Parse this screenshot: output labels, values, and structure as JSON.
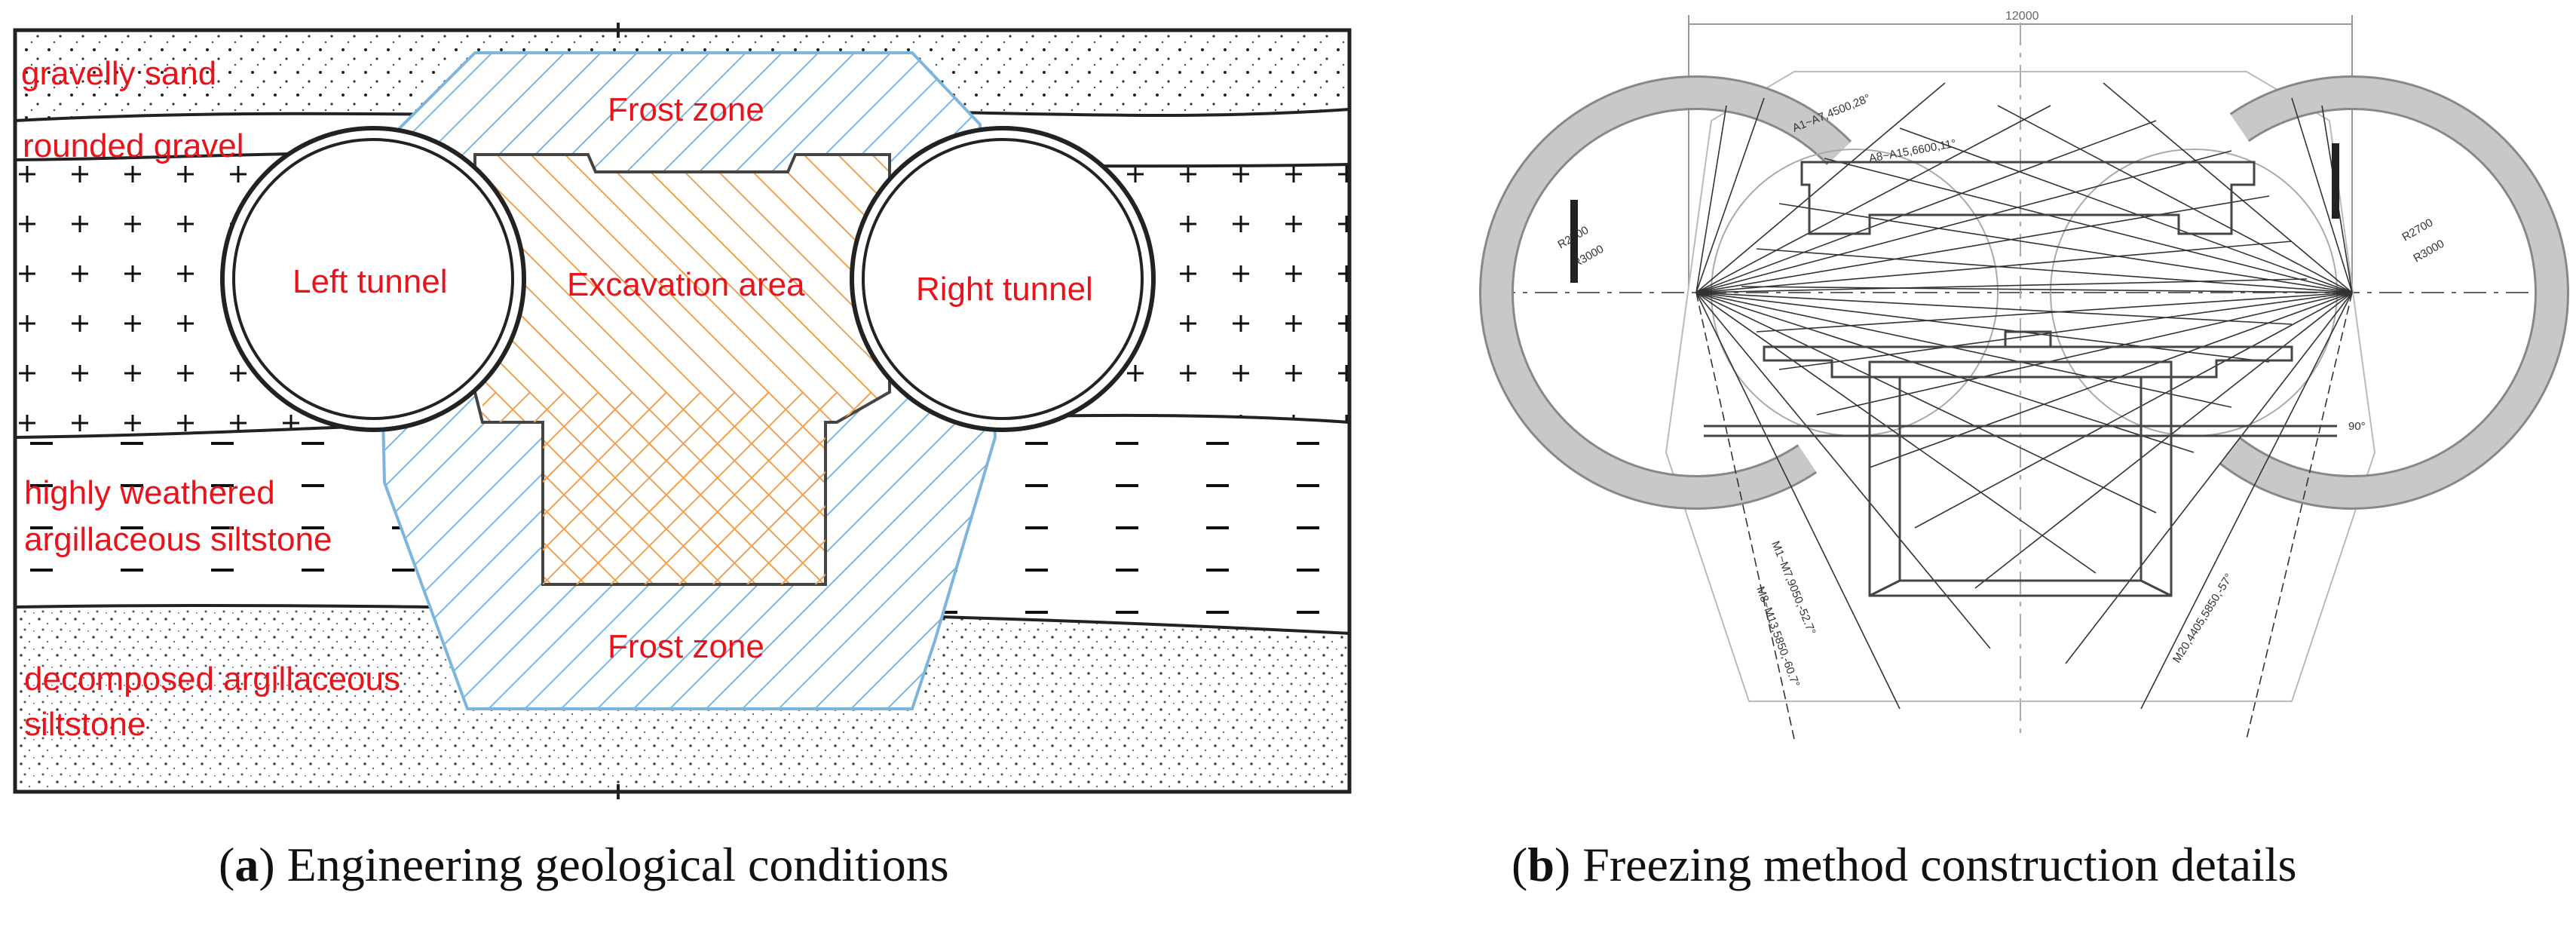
{
  "panel_a": {
    "layers": {
      "gravelly_sand": "gravelly sand",
      "rounded_gravel": "rounded gravel",
      "highly_weathered_1": "highly weathered",
      "highly_weathered_2": "argillaceous siltstone",
      "decomposed_1": "decomposed argillaceous",
      "decomposed_2": "siltstone"
    },
    "zones": {
      "frost_top": "Frost zone",
      "frost_bottom": "Frost zone",
      "excavation": "Excavation area",
      "left_tunnel": "Left tunnel",
      "right_tunnel": "Right tunnel"
    },
    "caption_letter": "a",
    "caption_text": "Engineering geological conditions"
  },
  "panel_b": {
    "dimension_top": "12000",
    "labels": {
      "a1": "A1~A7,4500,28°",
      "a8": "A8~A15,6600,11°",
      "m1": "M1~M7,9050,-52.7°",
      "m8": "M8~M13,5850,-60.7°",
      "m20": "M20,4405,5850,-57°",
      "r2700_left": "R2700",
      "r3000_left": "R3000",
      "r2700_right": "R2700",
      "r3000_right": "R3000",
      "angle_right": "90°"
    },
    "caption_letter": "b",
    "caption_text": "Freezing method construction details"
  },
  "colors": {
    "label_red": "#e8141c",
    "frost_blue": "#7db6dd",
    "excavation_orange": "#f0a050"
  }
}
